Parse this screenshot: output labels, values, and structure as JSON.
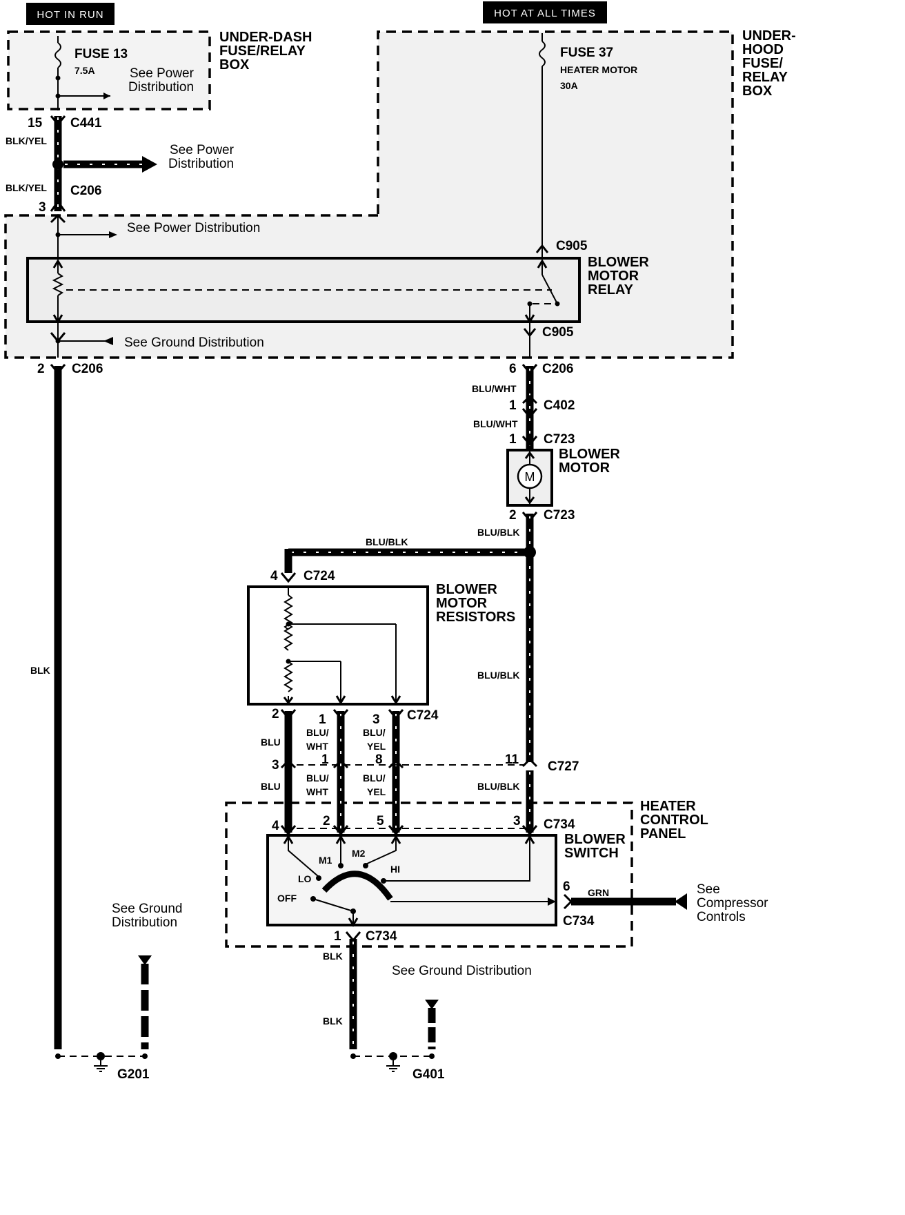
{
  "headers": {
    "hot_in_run": "HOT IN RUN",
    "hot_at_all_times": "HOT AT ALL TIMES"
  },
  "boxes": {
    "underdash": [
      "UNDER-DASH",
      "FUSE/RELAY",
      "BOX"
    ],
    "underhood": [
      "UNDER-",
      "HOOD",
      "FUSE/",
      "RELAY",
      "BOX"
    ],
    "relay": [
      "BLOWER",
      "MOTOR",
      "RELAY"
    ],
    "motor": [
      "BLOWER",
      "MOTOR"
    ],
    "resistors": [
      "BLOWER",
      "MOTOR",
      "RESISTORS"
    ],
    "heater_panel": [
      "HEATER",
      "CONTROL",
      "PANEL"
    ],
    "switch": [
      "BLOWER",
      "SWITCH"
    ]
  },
  "fuses": {
    "f13_name": "FUSE 13",
    "f13_rating": "7.5A",
    "f37_name": "FUSE 37",
    "f37_desc": "HEATER MOTOR",
    "f37_rating": "30A"
  },
  "refs": {
    "see_power_dist": [
      "See Power",
      "Distribution"
    ],
    "see_power_one": "See Power Distribution",
    "see_ground_one": "See Ground Distribution",
    "see_ground_two": [
      "See Ground",
      "Distribution"
    ],
    "see_compressor": [
      "See",
      "Compressor",
      "Controls"
    ]
  },
  "connectors": {
    "c441": "C441",
    "c206": "C206",
    "c905": "C905",
    "c402": "C402",
    "c723": "C723",
    "c724": "C724",
    "c727": "C727",
    "c734": "C734",
    "g201": "G201",
    "g401": "G401"
  },
  "pins": {
    "p15": "15",
    "p3": "3",
    "p2": "2",
    "p6": "6",
    "p1": "1",
    "p4": "4",
    "p5": "5",
    "p8": "8",
    "p11": "11"
  },
  "wires": {
    "blk_yel": "BLK/YEL",
    "blk": "BLK",
    "blu_wht": "BLU/WHT",
    "blu_blk": "BLU/BLK",
    "blu": "BLU",
    "blu_split": "BLU/",
    "wht": "WHT",
    "yel": "YEL",
    "grn": "GRN"
  },
  "switch_positions": {
    "lo": "LO",
    "m1": "M1",
    "m2": "M2",
    "hi": "HI",
    "off": "OFF"
  },
  "motor_symbol": "M"
}
